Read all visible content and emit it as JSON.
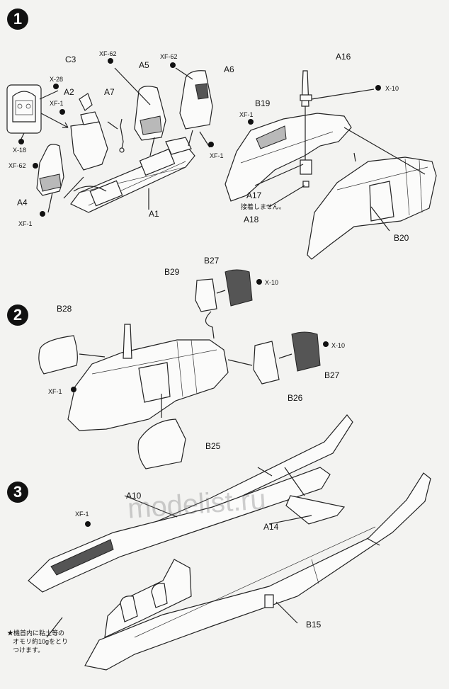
{
  "steps": [
    "1",
    "2",
    "3"
  ],
  "step1": {
    "left_parts": [
      "C3",
      "A2",
      "A7",
      "A5",
      "A6",
      "A4",
      "A1"
    ],
    "paint_codes": {
      "x28": "X-28",
      "xf1_a": "XF-1",
      "x18": "X-18",
      "xf62_a": "XF-62",
      "xf62_b": "XF-62",
      "xf62_c": "XF-62",
      "xf1_b": "XF-1",
      "xf1_c": "XF-1"
    },
    "right_parts": {
      "a16": "A16",
      "x10": "X-10",
      "b19": "B19",
      "xf1": "XF-1",
      "a17": "A17",
      "a17_note": "接着しません。",
      "a18": "A18",
      "b20": "B20"
    }
  },
  "step2": {
    "parts": {
      "b27_top": "B27",
      "x10_top": "X-10",
      "b29": "B29",
      "b28": "B28",
      "xf1": "XF-1",
      "x10_bottom": "X-10",
      "b27_bottom": "B27",
      "b26": "B26",
      "b25": "B25"
    }
  },
  "step3": {
    "parts": {
      "a10": "A10",
      "xf1": "XF-1",
      "a14": "A14",
      "b15": "B15"
    },
    "note_lines": [
      "★機首内に粘土等の",
      "オモリ約10gをとり",
      "つけます。"
    ]
  },
  "watermark": "modelist.ru"
}
